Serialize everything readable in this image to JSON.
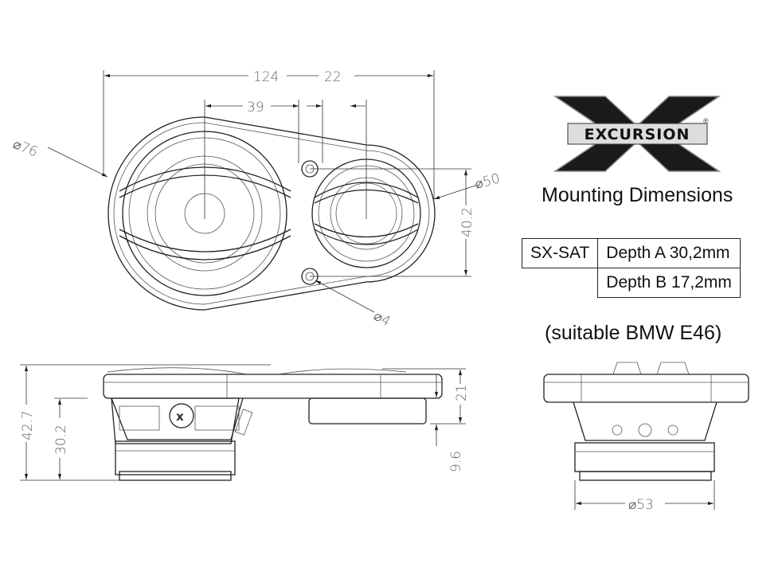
{
  "logo": {
    "brand": "EXCURSION",
    "registered": "®"
  },
  "title": "Mounting Dimensions",
  "spec_table": {
    "model": "SX-SAT",
    "rows": [
      "Depth A 30,2mm",
      "Depth B 17,2mm"
    ]
  },
  "note": "(suitable BMW E46)",
  "dimensions": {
    "top_view": {
      "overall_width": "124",
      "offset_a": "39",
      "offset_b": "22",
      "woofer_diameter": "⌀76",
      "tweeter_diameter": "⌀50",
      "hole_spacing": "40.2",
      "hole_diameter": "⌀4"
    },
    "side_view": {
      "overall_height": "42.7",
      "woofer_depth": "30.2",
      "tweeter_height": "21",
      "tweeter_depth": "9.6"
    },
    "end_view": {
      "magnet_diameter": "⌀53"
    }
  }
}
